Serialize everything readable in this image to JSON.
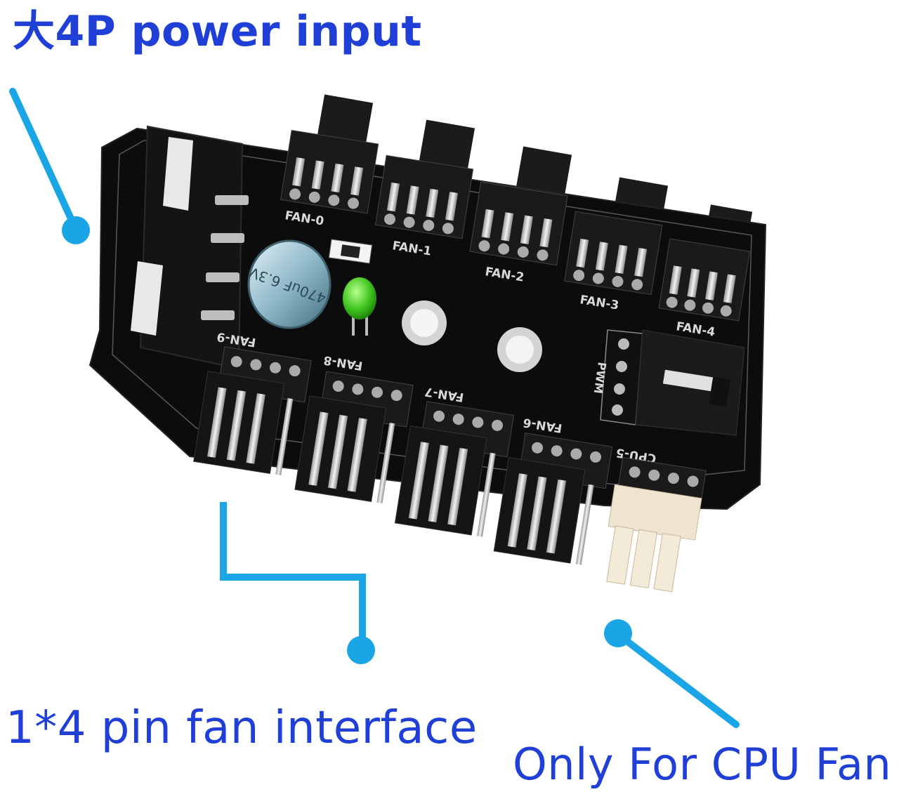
{
  "labels": {
    "power_input": "大4P power input",
    "fan_interface": "1*4 pin fan interface",
    "cpu_only": "Only For CPU Fan"
  },
  "board": {
    "silkscreen": [
      "FAN-0",
      "FAN-1",
      "FAN-2",
      "FAN-3",
      "FAN-4",
      "CPU-5",
      "FAN-6",
      "FAN-7",
      "FAN-8",
      "FAN-9",
      "PWM"
    ],
    "capacitor_text": "470uF 6.3V"
  },
  "colors": {
    "callout": "#1aa6e6",
    "label_text": "#1f3fd6",
    "pcb": "#0c0c0c",
    "header": "#1a1a1a",
    "pin": "#cfcfcf",
    "led": "#3fc51d",
    "cpu_connector": "#efe4cf"
  },
  "icons": {
    "led": "green-led-icon",
    "mount_hole": "mount-hole-icon"
  }
}
